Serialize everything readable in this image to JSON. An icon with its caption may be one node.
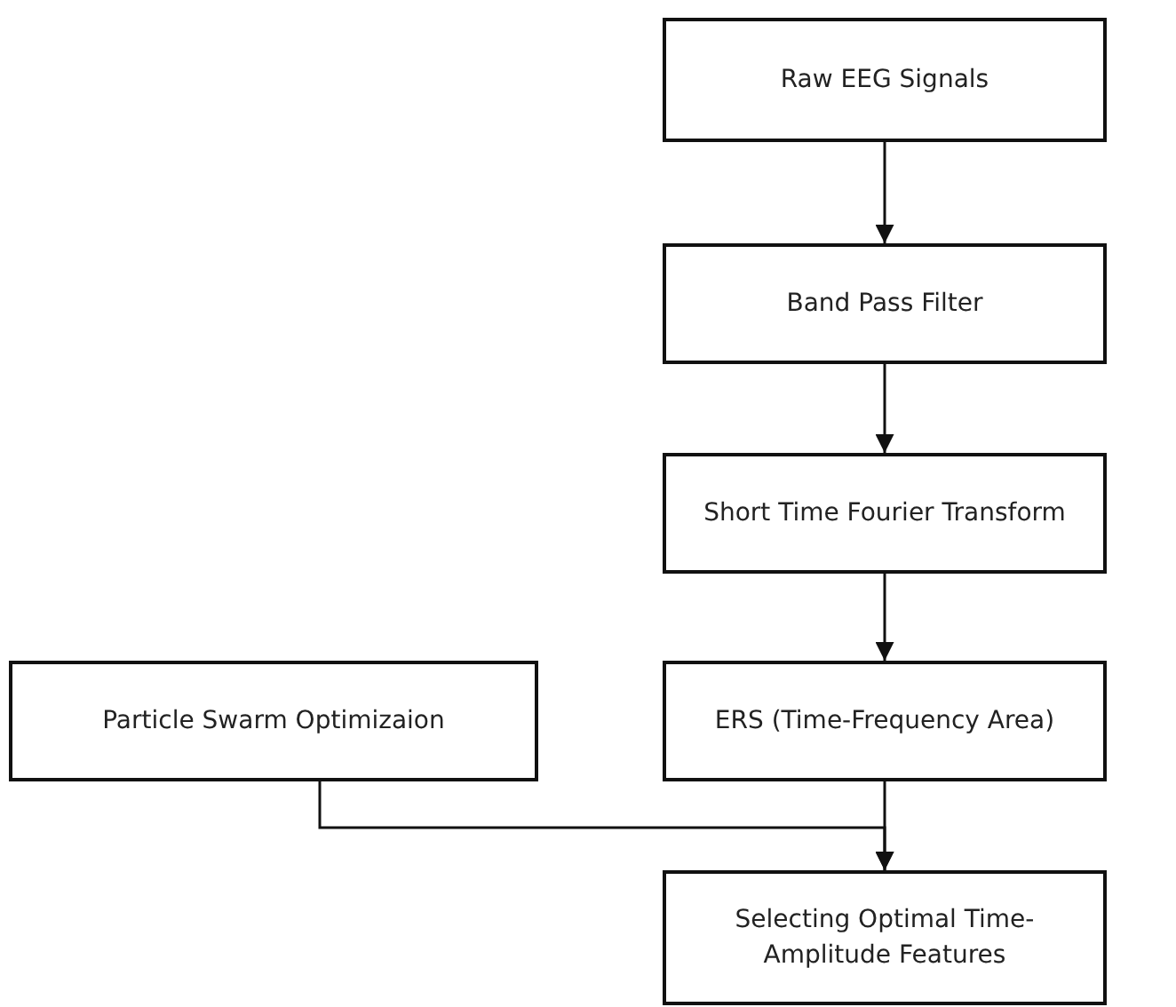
{
  "diagram": {
    "nodes": [
      {
        "text": [
          "Raw EEG Signals"
        ]
      },
      {
        "text": [
          "Band Pass Filter"
        ]
      },
      {
        "text": [
          "Short Time Fourier Transform"
        ]
      },
      {
        "text": [
          "ERS (Time-Frequency Area)"
        ]
      },
      {
        "text": [
          "Particle Swarm Optimizaion"
        ]
      },
      {
        "text": [
          "Selecting Optimal Time-Amplitude Features"
        ]
      }
    ],
    "edges": [
      {
        "from": 0,
        "to": 1,
        "arrow": "to"
      },
      {
        "from": 1,
        "to": 2,
        "arrow": "to"
      },
      {
        "from": 2,
        "to": 3,
        "arrow": "to"
      },
      {
        "from": 3,
        "to": 5,
        "arrow": "to"
      },
      {
        "from": 4,
        "to": 5,
        "arrow": "to"
      }
    ]
  }
}
